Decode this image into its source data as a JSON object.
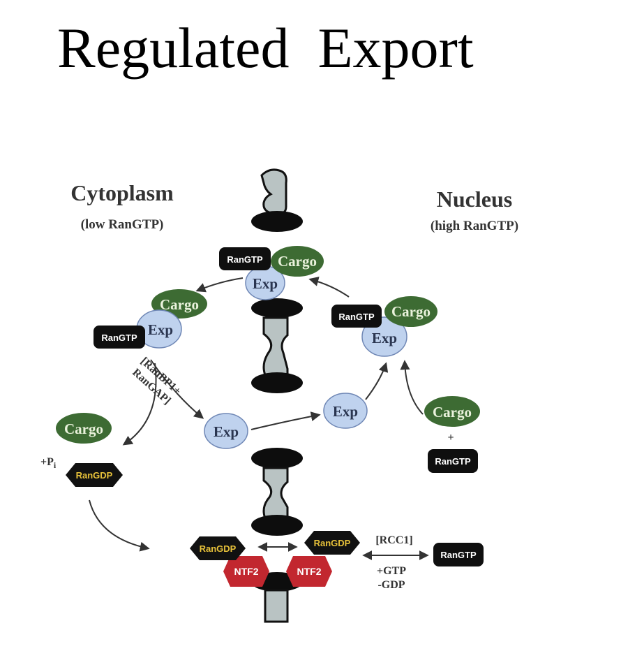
{
  "title": "Regulated  Export",
  "regions": {
    "cytoplasm": {
      "name": "Cytoplasm",
      "note": "(low RanGTP)"
    },
    "nucleus": {
      "name": "Nucleus",
      "note": "(high RanGTP)"
    }
  },
  "molecules": {
    "cargo": "Cargo",
    "exp": "Exp",
    "rangtp": "RanGTP",
    "rangdp": "RanGDP",
    "ntf2": "NTF2"
  },
  "annotations": {
    "ranbp1": "[RanBP1+",
    "rangap": "RanGAP]",
    "pi": "+P",
    "pi_sub": "i",
    "plus": "+",
    "rcc1": "[RCC1]",
    "gtp": "+GTP",
    "gdp": "-GDP"
  },
  "colors": {
    "cargo": "#3d6b33",
    "exp": "#bfd2ee",
    "rangtp": "#0f0f0f",
    "rangdp_text": "#e8c23a",
    "ntf2": "#c2272f",
    "pore": "#b9c3c3"
  }
}
